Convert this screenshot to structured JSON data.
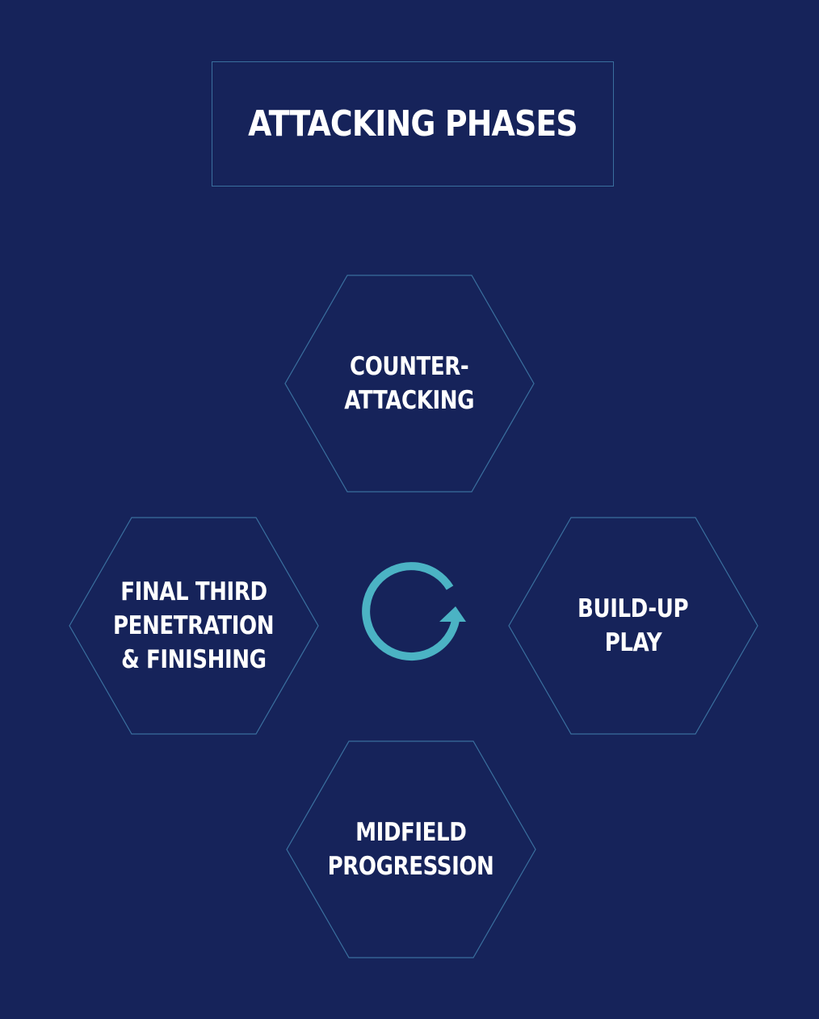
{
  "title": "ATTACKING PHASES",
  "colors": {
    "background": "#16235a",
    "outline": "#3a6f9e",
    "accent": "#4bb3c4",
    "text": "#ffffff"
  },
  "center_icon": "cycle-arrow-icon",
  "phases": {
    "top": {
      "lines": [
        "COUNTER-",
        "ATTACKING"
      ]
    },
    "right": {
      "lines": [
        "BUILD-UP",
        "PLAY"
      ]
    },
    "bottom": {
      "lines": [
        "MIDFIELD",
        "PROGRESSION"
      ]
    },
    "left": {
      "lines": [
        "FINAL THIRD",
        "PENETRATION",
        "& FINISHING"
      ]
    }
  }
}
